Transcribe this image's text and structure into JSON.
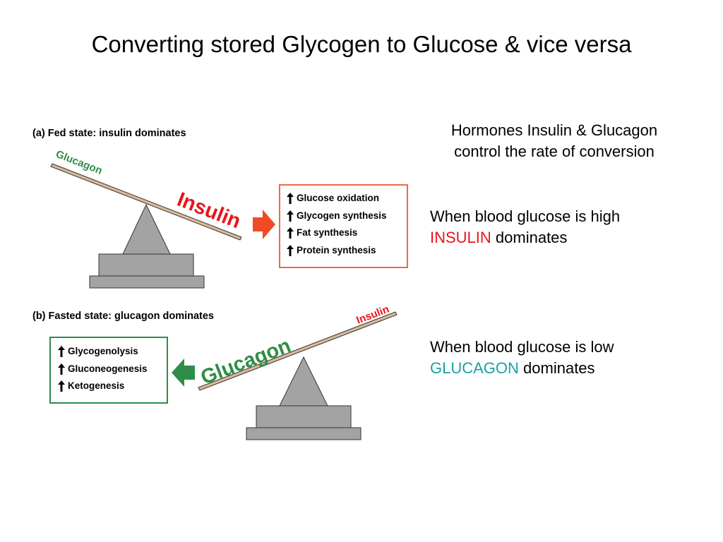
{
  "title": "Converting stored Glycogen to Glucose & vice versa",
  "fed_state": {
    "label": "(a) Fed state: insulin dominates",
    "low_end_text": "Insulin",
    "high_end_text": "Glucagon",
    "effects": [
      "Glucose oxidation",
      "Glycogen synthesis",
      "Fat synthesis",
      "Protein synthesis"
    ]
  },
  "fasted_state": {
    "label": "(b) Fasted state: glucagon dominates",
    "low_end_text": "Glucagon",
    "high_end_text": "Insulin",
    "effects": [
      "Glycogenolysis",
      "Gluconeogenesis",
      "Ketogenesis"
    ]
  },
  "notes": {
    "hormones_line1": "Hormones Insulin & Glucagon",
    "hormones_line2": "control the rate of conversion",
    "high_prefix": "When blood glucose is high",
    "high_hormone": "INSULIN",
    "high_suffix": " dominates",
    "low_prefix": "When blood glucose is low",
    "low_hormone": "GLUCAGON",
    "low_suffix": " dominates"
  },
  "colors": {
    "insulin": "#e8141b",
    "glucagon": "#2f8d47",
    "note_glucagon": "#1aa2a7",
    "fed_arrow": "#f04a26",
    "fed_box_border": "#ea6b43",
    "fast_box_border": "#2f8d47",
    "seesaw_beam": "#d9b99b",
    "fulcrum": "#a3a3a3"
  }
}
